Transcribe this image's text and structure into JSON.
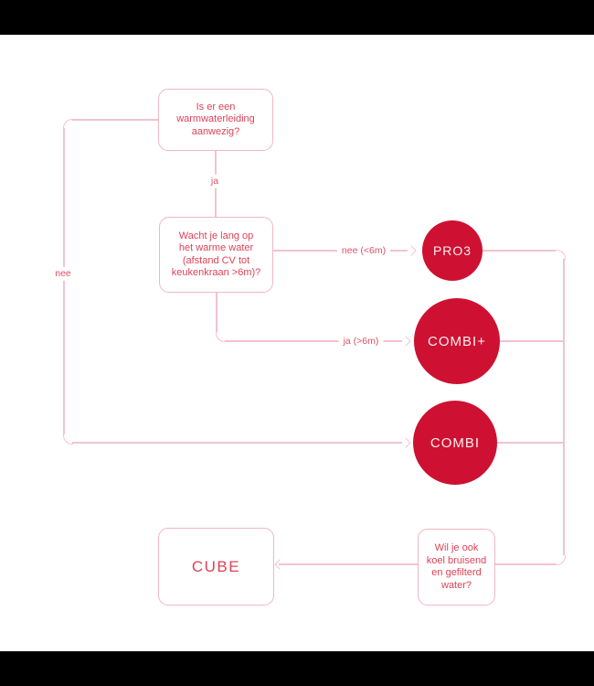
{
  "canvas": {
    "background": "#ffffff",
    "letterbox_color": "#000000"
  },
  "palette": {
    "brand_red": "#ce1132",
    "connector_pink": "#f2c3ce",
    "box_border_pink": "#f0b7c3",
    "question_text_red": "#dd4257",
    "edge_label_red": "#e05066",
    "circle_text": "#faeef0"
  },
  "flowchart": {
    "questions": {
      "warmwater": "Is er een\nwarmwaterleiding\naanwezig?",
      "wachttijd": "Wacht je lang op\nhet warme water\n(afstand CV tot\nkeukenkraan >6m)?",
      "koelwater": "Wil je ook\nkoel bruisend\nen gefilterd\nwater?"
    },
    "edge_labels": {
      "ja": "ja",
      "nee": "nee",
      "nee_kort": "nee (<6m)",
      "ja_lang": "ja (>6m)"
    },
    "results": {
      "pro3": "PRO3",
      "combiplus": "COMBI+",
      "combi": "COMBI",
      "cube": "CUBE"
    }
  }
}
